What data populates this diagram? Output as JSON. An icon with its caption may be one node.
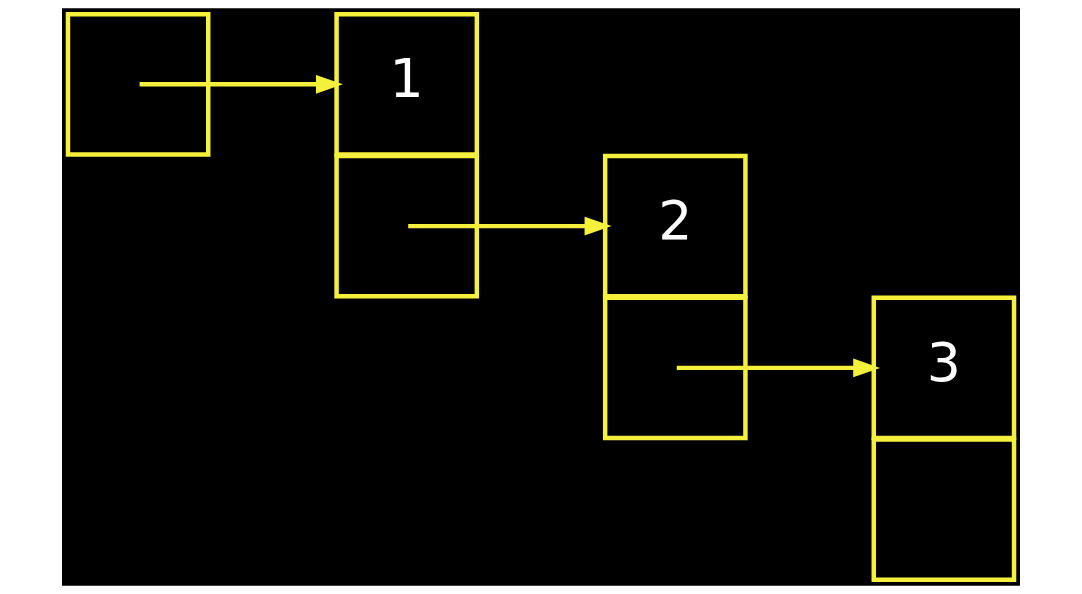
{
  "diagram": {
    "nodes": [
      {
        "text": [],
        "shape": "box"
      },
      {
        "text": [
          "1"
        ]
      },
      {
        "text": [],
        "shape": "box"
      },
      {
        "text": [
          "2"
        ]
      },
      {
        "text": [],
        "shape": "box"
      },
      {
        "text": [
          "3"
        ]
      },
      {
        "text": [],
        "shape": "box"
      }
    ],
    "edges": [
      {
        "from": 0,
        "to": 1,
        "arrow": "to"
      },
      {
        "from": 2,
        "to": 3,
        "arrow": "to"
      },
      {
        "from": 4,
        "to": 5,
        "arrow": "to"
      }
    ]
  }
}
